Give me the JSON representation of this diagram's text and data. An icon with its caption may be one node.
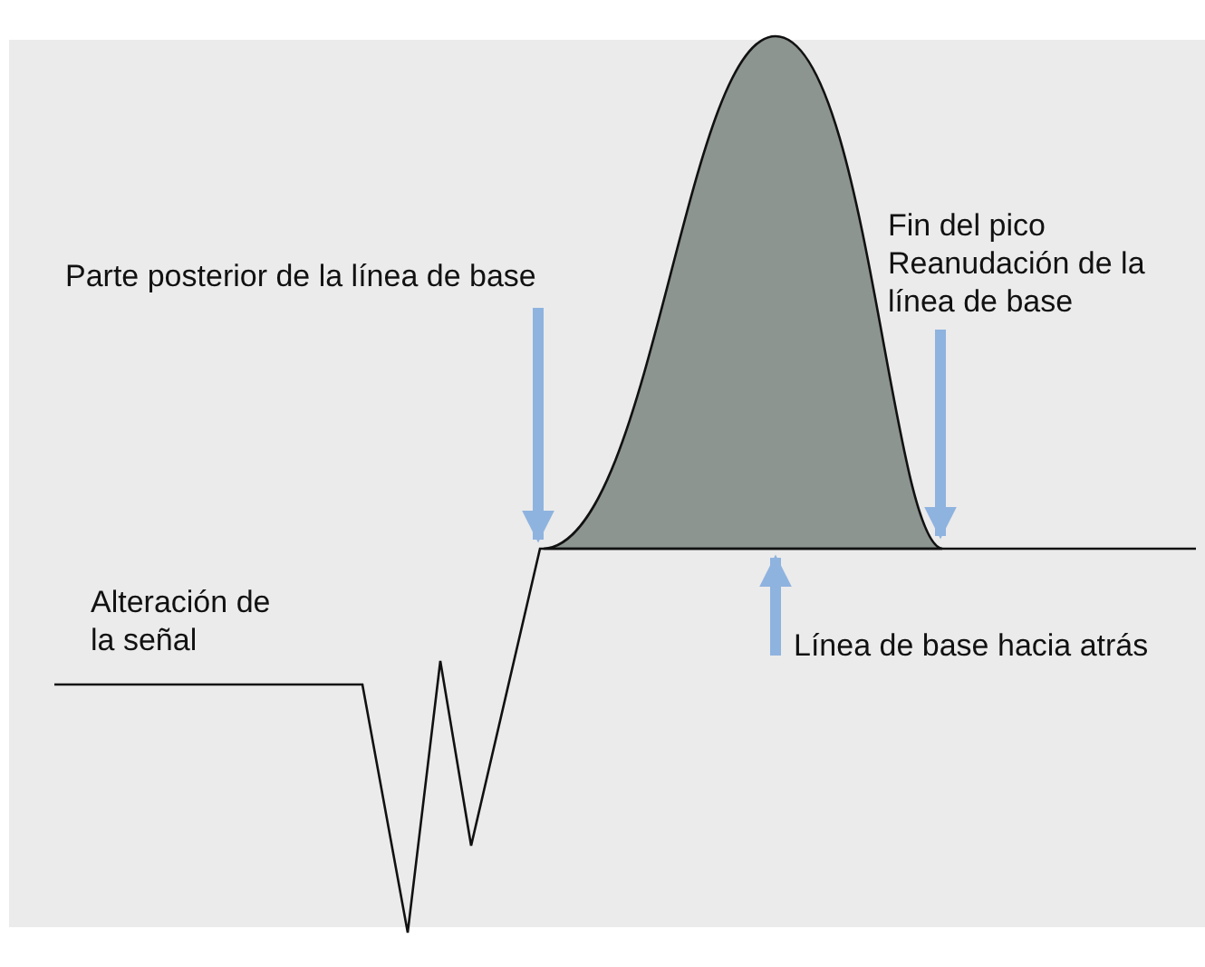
{
  "diagram": {
    "nodes": [
      {
        "text": [
          "Parte posterior de la línea de base"
        ]
      },
      {
        "text": [
          "Fin del pico",
          "Reanudación de la línea de base"
        ]
      },
      {
        "text": [
          "Línea de base hacia atrás"
        ]
      }
    ],
    "edges": [
      {
        "from": 0,
        "to": null,
        "arrow": "to"
      },
      {
        "from": 1,
        "to": null,
        "arrow": "to"
      },
      {
        "from": 2,
        "to": null,
        "arrow": "to"
      }
    ],
    "labels": [
      "Alteración de la señal"
    ]
  }
}
